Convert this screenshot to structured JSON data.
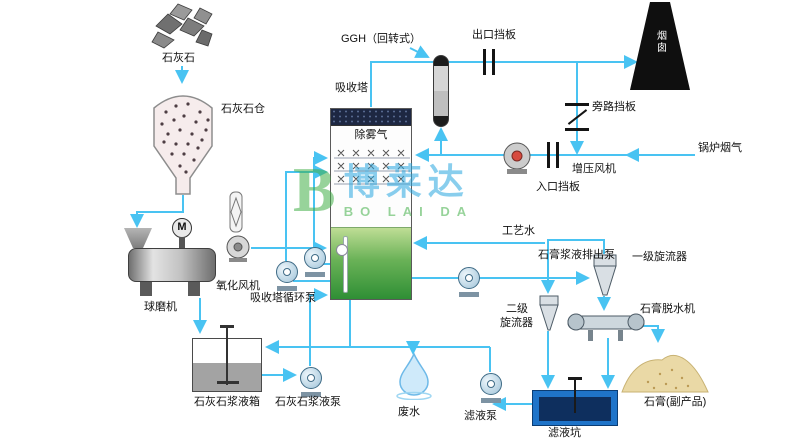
{
  "watermark": {
    "letter": "B",
    "brand_cn": "博莱达",
    "brand_en": "BO LAI DA"
  },
  "labels": {
    "limestone": "石灰石",
    "limestone_silo": "石灰石仓",
    "ball_mill": "球磨机",
    "mill_motor": "M",
    "oxidation_fan": "氧化风机",
    "absorption_tower": "吸收塔",
    "demister": "除雾气",
    "ggh": "GGH（回转式）",
    "outlet_damper": "出口挡板",
    "chimney": "烟囱",
    "bypass_damper": "旁路挡板",
    "boiler_flue_gas": "锅炉烟气",
    "booster_fan": "增压风机",
    "inlet_damper": "入口挡板",
    "process_water": "工艺水",
    "gypsum_slurry_pump": "石膏浆液排出泵",
    "primary_cyclone": "一级旋流器",
    "secondary_cyclone_line1": "二级",
    "secondary_cyclone_line2": "旋流器",
    "gypsum_dewaterer": "石膏脱水机",
    "gypsum_byproduct": "石膏(副产品)",
    "filtrate_pit": "滤液坑",
    "filtrate_pump": "滤液泵",
    "wastewater": "废水",
    "limestone_slurry_tank": "石灰石浆液箱",
    "limestone_slurry_pump": "石灰石浆液泵",
    "circulation_pump": "吸收塔循环泵"
  },
  "colors": {
    "line": "#49c3f2",
    "tower_cap": "#1d2742",
    "tower_green_top": "#bedd95",
    "tower_green_bottom": "#2f8f35",
    "chimney": "#0f0f0f",
    "pit_outer": "#1f74c9",
    "pit_inner": "#0e2f5e",
    "gypsum_pile": "#ead9a6",
    "water_drop": "#cfeafa",
    "watermark_green": "#43b049",
    "watermark_blue": "#2aa7e0"
  }
}
